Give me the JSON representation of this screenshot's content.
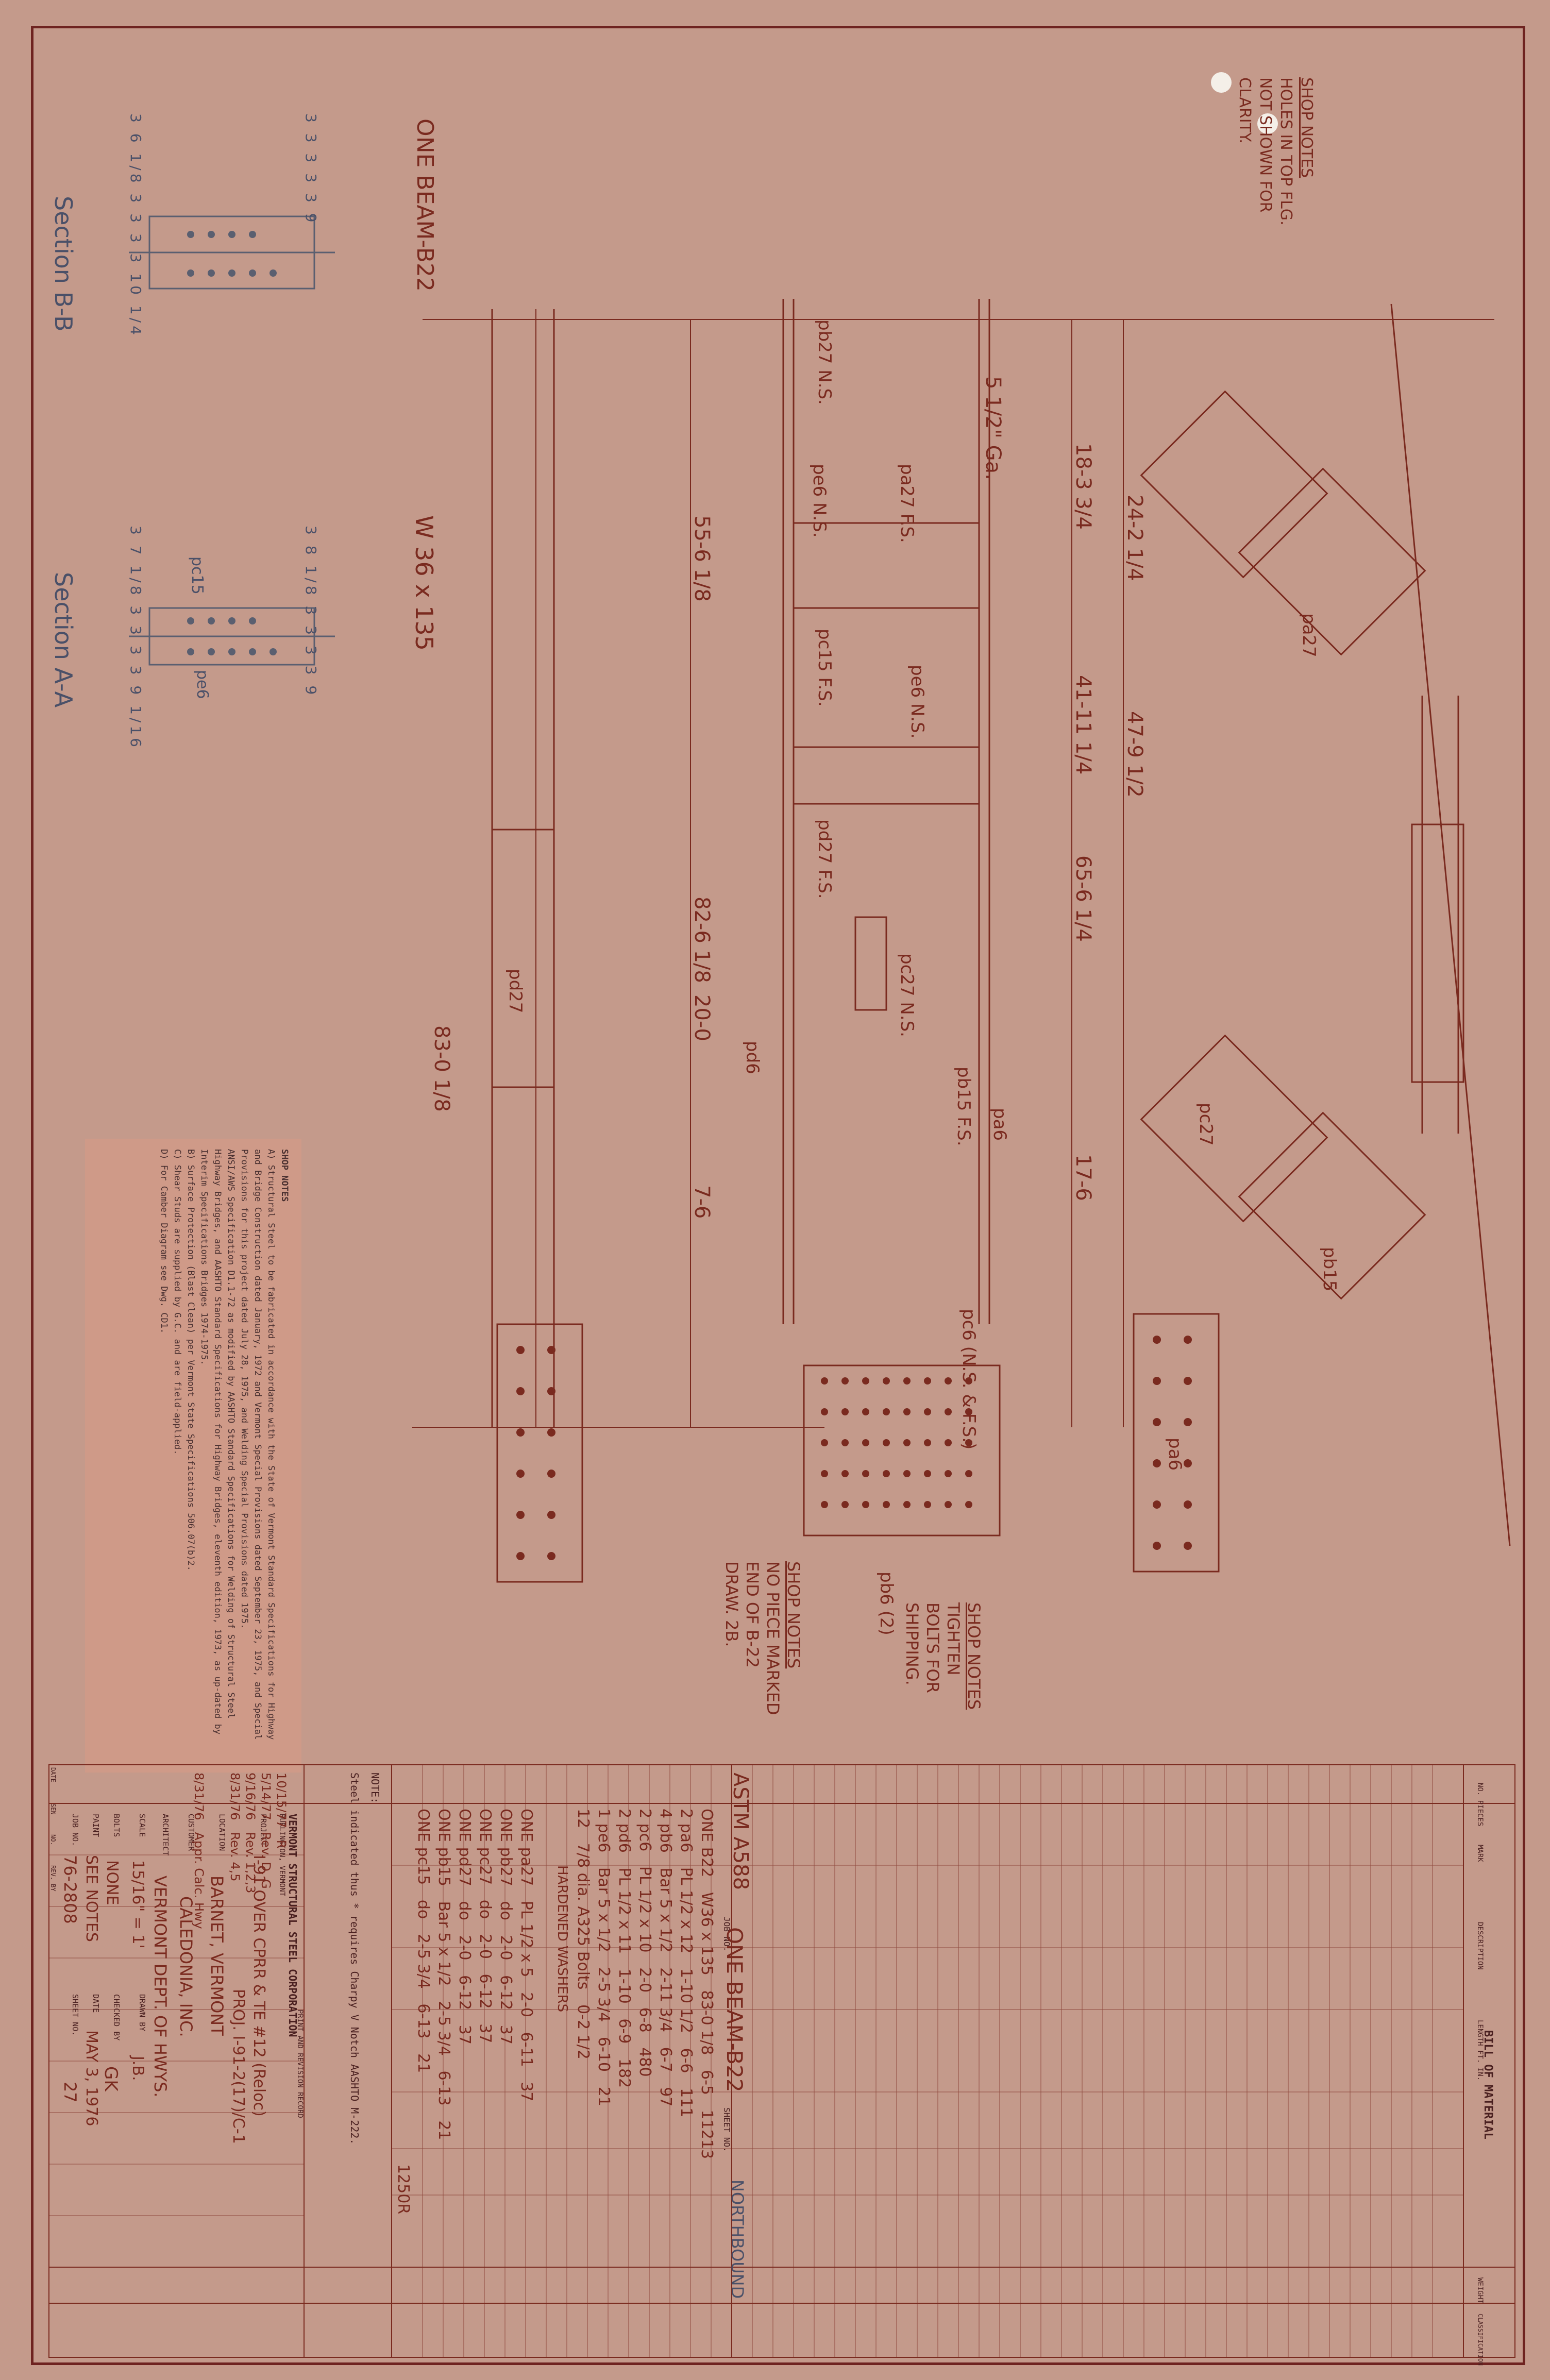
{
  "views": {
    "section_bb": "Section B-B",
    "section_aa": "Section A-A",
    "beam_title": "ONE BEAM-B22",
    "beam_size": "W 36 x 135",
    "dims": [
      "55-6 1/8",
      "82-6 1/8",
      "83-0 1/8",
      "20-0",
      "7-6",
      "17-6",
      "18-3 3/4",
      "24-2 1/4",
      "41-11 1/4",
      "47-9 1/2",
      "65-6 1/4",
      "5 1/2\" Ga."
    ],
    "labels": [
      "pb27 N.S.",
      "pa27 F.S.",
      "pe6 N.S.",
      "pc15 F.S.",
      "pe6 N.S.",
      "pd27 F.S.",
      "pc27 N.S.",
      "pb15 F.S.",
      "pd6",
      "pa6",
      "pb6 (2)",
      "pc6 (N.S. & F.S.)",
      "pd27",
      "pa27",
      "pc27",
      "pb15",
      "pa6",
      "pc15",
      "pe6"
    ],
    "section_dims_bb": [
      "3",
      "6 1/8",
      "3",
      "3",
      "3",
      "3",
      "10 1/4",
      "3",
      "3",
      "3",
      "3",
      "3",
      "9"
    ],
    "section_dims_aa": [
      "3",
      "7 1/8",
      "3",
      "3",
      "3",
      "3",
      "9 1/16",
      "3",
      "8 1/8",
      "3",
      "3",
      "3",
      "3",
      "9"
    ]
  },
  "shop_notes_top": {
    "title": "SHOP NOTES",
    "text": "HOLES IN TOP FLG. NOT SHOWN FOR CLARITY."
  },
  "shop_notes_mid": {
    "title": "SHOP NOTES",
    "text": "TIGHTEN BOLTS FOR SHIPPING."
  },
  "shop_notes_bottom": {
    "title": "SHOP NOTES",
    "text": "NO PIECE MARKED END OF B-22",
    "extra": "DRAW. 2B."
  },
  "shop_notes_panel": {
    "title": "SHOP NOTES",
    "a": "A) Structural Steel to be fabricated in accordance with the State of Vermont Standard Specifications for Highway and Bridge Construction dated January, 1972 and Vermont Special Provisions dated September 23, 1975, and Special Provisions for this project dated July 28, 1975, and Welding Special Provisions dated 1975.",
    "a2": "ANSI/AWS Specification D1.1-72 as modified by AASHTO Standard Specifications for Welding of Structural Steel Highway Bridges, and AASHTO Standard Specifications for Highway Bridges, eleventh edition, 1973, as up-dated by Interim Specifications Bridges 1974-1975.",
    "b": "B) Surface Protection (Blast Clean) per Vermont State Specifications 506.07(b)2.",
    "c": "C) Shear Studs are supplied by G.C. and are field-applied.",
    "d": "D) For Camber Diagram see Dwg. CD1."
  },
  "bom": {
    "header": "BILL OF MATERIAL",
    "right_cols": [
      "NO. PIECES",
      "MARK",
      "DESCRIPTION",
      "LENGTH FT. IN.",
      "WEIGHT",
      "CLASSIFICATION"
    ],
    "material": "ASTM A588",
    "job_no": "JOB NO.",
    "sheet_no": "SHEET NO.",
    "heading": "ONE BEAM-B22",
    "direction": "NORTHBOUND",
    "stamp": "1250R",
    "rows": [
      {
        "no": "ONE",
        "mark": "B22",
        "desc": "W36 x 135",
        "len": "83-0 1/8",
        "w": "6-5",
        "wt": "11213"
      },
      {
        "no": "2",
        "mark": "pa6",
        "desc": "PL 1/2 x 12",
        "len": "1-10 1/2",
        "w": "6-6",
        "wt": "111"
      },
      {
        "no": "4",
        "mark": "pb6",
        "desc": "Bar 5 x 1/2",
        "len": "2-11 3/4",
        "w": "6-7",
        "wt": "97"
      },
      {
        "no": "2",
        "mark": "pc6",
        "desc": "PL 1/2 x 10",
        "len": "2-0",
        "w": "6-8",
        "wt": "480"
      },
      {
        "no": "2",
        "mark": "pd6",
        "desc": "PL 1/2 x 11",
        "len": "1-10",
        "w": "6-9",
        "wt": "182"
      },
      {
        "no": "1",
        "mark": "pe6",
        "desc": "Bar 5 x 1/2",
        "len": "2-5 3/4",
        "w": "6-10",
        "wt": "21"
      },
      {
        "no": "12",
        "mark": "",
        "desc": "7/8 dia. A325 Bolts",
        "len": "0-2 1/2",
        "w": "",
        "wt": ""
      },
      {
        "no": "",
        "mark": "",
        "desc": "HARDENED WASHERS",
        "len": "",
        "w": "",
        "wt": ""
      },
      {
        "no": "ONE",
        "mark": "pa27",
        "desc": "PL 1/2 x 5",
        "len": "2-0",
        "w": "6-11",
        "wt": "37"
      },
      {
        "no": "ONE",
        "mark": "pb27",
        "desc": "do",
        "len": "2-0",
        "w": "6-12",
        "wt": "37"
      },
      {
        "no": "ONE",
        "mark": "pc27",
        "desc": "do",
        "len": "2-0",
        "w": "6-12",
        "wt": "37"
      },
      {
        "no": "ONE",
        "mark": "pd27",
        "desc": "do",
        "len": "2-0",
        "w": "6-12",
        "wt": "37"
      },
      {
        "no": "ONE",
        "mark": "pb15",
        "desc": "Bar 5 x 1/2",
        "len": "2-5 3/4",
        "w": "6-13",
        "wt": "21"
      },
      {
        "no": "ONE",
        "mark": "pc15",
        "desc": "do",
        "len": "2-5 3/4",
        "w": "6-13",
        "wt": "21"
      }
    ],
    "note_label": "NOTE:",
    "note": "Steel indicated thus * requires Charpy V Notch AASHTO M-222.",
    "company": "VERMONT STRUCTURAL STEEL CORPORATION",
    "company_city": "BURLINGTON, VERMONT",
    "project_label": "PROJECT",
    "project": "I-91 OVER CPRR & TE #12 (Reloc)",
    "proj_no": "PROJ. I-91-2(17)/C-1",
    "location_label": "LOCATION",
    "location": "BARNET, VERMONT",
    "customer_label": "CUSTOMER",
    "customer": "CALEDONIA, INC.",
    "architect_label": "ARCHITECT",
    "architect": "VERMONT DEPT. OF HWYS.",
    "scale_label": "SCALE",
    "scale": "15/16\" = 1'",
    "drawn_by_label": "DRAWN BY",
    "drawn_by": "J.B.",
    "bolts_label": "BOLTS",
    "bolts": "NONE",
    "checked_label": "CHECKED BY",
    "checked": "GK",
    "paint_label": "PAINT",
    "paint": "SEE NOTES",
    "date_label": "DATE",
    "date": "MAY 3, 1976",
    "job_label": "JOB NO.",
    "job": "76-2808",
    "sheet_label": "SHEET NO.",
    "sheet": "27",
    "revisions": [
      {
        "date": "10/15/77",
        "by": "",
        "desc": "R"
      },
      {
        "date": "5/14/77",
        "by": "",
        "desc": "Rev. D, G"
      },
      {
        "date": "9/16/76",
        "by": "",
        "desc": "Rev. 1,2,3"
      },
      {
        "date": "8/31/76",
        "by": "",
        "desc": "Rev. 4,5"
      },
      {
        "date": "8/31/76",
        "by": "",
        "desc": "Appr. Calc. Hwy"
      }
    ],
    "rev_header": "PRINT AND REVISION RECORD",
    "rev_cols": [
      "DATE",
      "SEN",
      "NO.",
      "REV. BY"
    ]
  },
  "colors": {
    "paper": "#c49a8b",
    "ink": "#7a2a1f",
    "frame": "#6e2320",
    "pencil": "#5a5f70"
  }
}
